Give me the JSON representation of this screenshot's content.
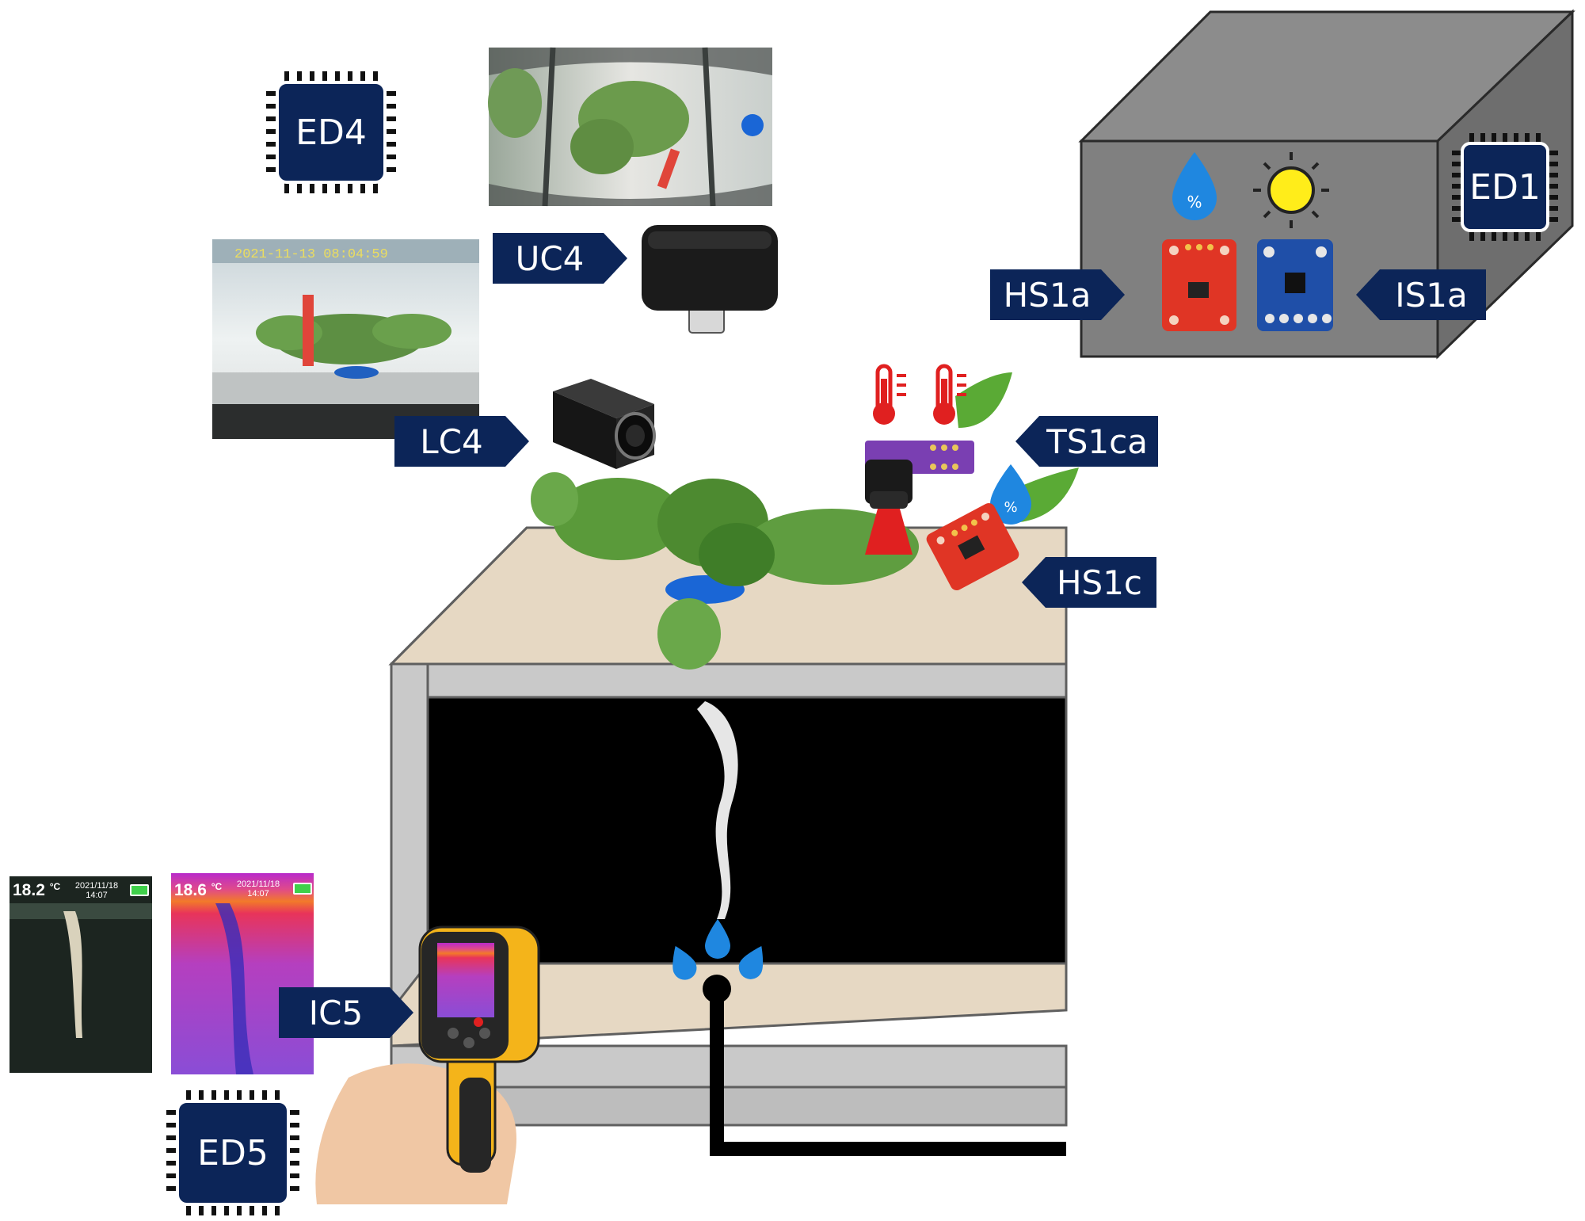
{
  "colors": {
    "navy": "#0c2558",
    "chip_border": "#ffffff",
    "box_gray": "#7f7f7f",
    "tray_beige": "#e6d8c3",
    "frame_gray": "#c9c9c9",
    "water_blue": "#1f87e0",
    "red_sensor": "#e03525",
    "blue_sensor": "#1f4fa8",
    "sun_yellow": "#ffed1a",
    "leaf_green": "#5a9a3a",
    "camera_black": "#1a1a1a",
    "gun_yellow": "#f4b41a"
  },
  "labels": {
    "hs1a": "HS1a",
    "is1a": "IS1a",
    "ed1": "ED1",
    "ed4": "ED4",
    "uc4": "UC4",
    "lc4": "LC4",
    "ts1ca": "TS1ca",
    "hs1c": "HS1c",
    "ic5": "IC5",
    "ed5": "ED5"
  },
  "icons": {
    "humidity": "humidity-drop-icon",
    "light": "sun-icon",
    "temperature": "thermometer-icon",
    "leaf_temperature": "thermometer-leaf-icon",
    "leaf_humidity": "humidity-leaf-icon",
    "chip": "microcontroller-chip-icon"
  },
  "thermal_photos": {
    "visible_temp": "18.2",
    "thermal_temp": "18.6",
    "unit": "°C",
    "date": "2021/11/18",
    "time": "14:07"
  },
  "camera_photos": {
    "lateral_timestamp": "2021-11-13 08:04:59"
  }
}
